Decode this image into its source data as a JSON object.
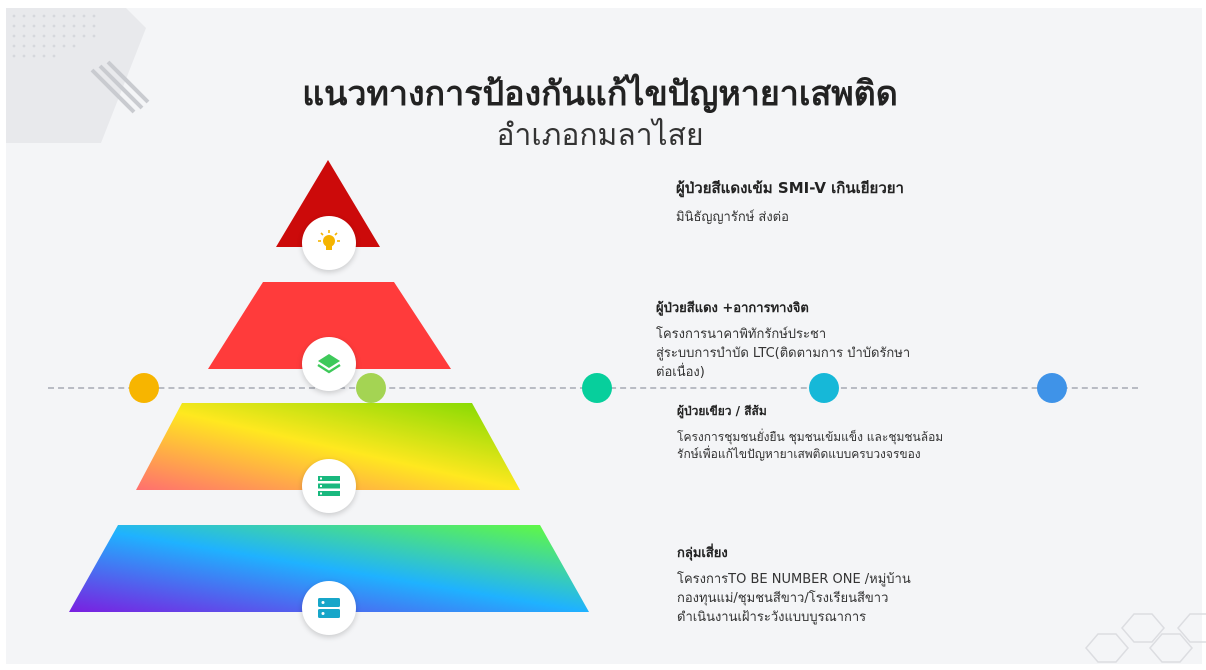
{
  "title": "แนวทางการป้องกันแก้ไขปัญหายาเสพติด",
  "subtitle": "อำเภอกมลาไสย",
  "levels": [
    {
      "heading": "ผู้ป่วยสีแดงเข้ม SMI-V เกินเยียวยา",
      "lines": [
        "มินิธัญญารักษ์ ส่งต่อ"
      ],
      "icon": "lightbulb-icon"
    },
    {
      "heading": "ผู้ป่วยสีแดง +อาการทางจิต",
      "lines": [
        "โครงการนาคาพิทักรักษ์ประชา",
        "สู่ระบบการบำบัด LTC(ติดตามการ บำบัดรักษา",
        "ต่อเนื่อง)"
      ],
      "icon": "layers-icon"
    },
    {
      "heading": "ผู้ป่วยเขียว / สีส้ม",
      "lines": [
        "โครงการชุมชนยั่งยืน ชุมชนเข้มแข็ง และชุมชนล้อม",
        "รักษ์เพื่อแก้ไขปัญหายาเสพติดแบบครบวงจรของ"
      ],
      "icon": "list-icon"
    },
    {
      "heading": "กลุ่มเสี่ยง",
      "lines": [
        "โครงการTO BE NUMBER ONE /หมู่บ้าน",
        "กองทุนแม่/ชุมชนสีขาว/โรงเรียนสีขาว",
        "ดำเนินงานเฝ้าระวังแบบบูรณาการ"
      ],
      "icon": "server-icon"
    }
  ],
  "colors": {
    "tier1": "#cc0a0a",
    "tier2": "#ff3b3b",
    "tier3_from": "#ff6f6f",
    "tier3_mid": "#ffe81f",
    "tier3_to": "#7ad900",
    "tier4_from": "#7a1fe0",
    "tier4_mid": "#1fb2ff",
    "tier4_to": "#66ff33",
    "dots": [
      "#f7b500",
      "#a4d453",
      "#07cf9c",
      "#16b8d8",
      "#3f93e8"
    ]
  }
}
